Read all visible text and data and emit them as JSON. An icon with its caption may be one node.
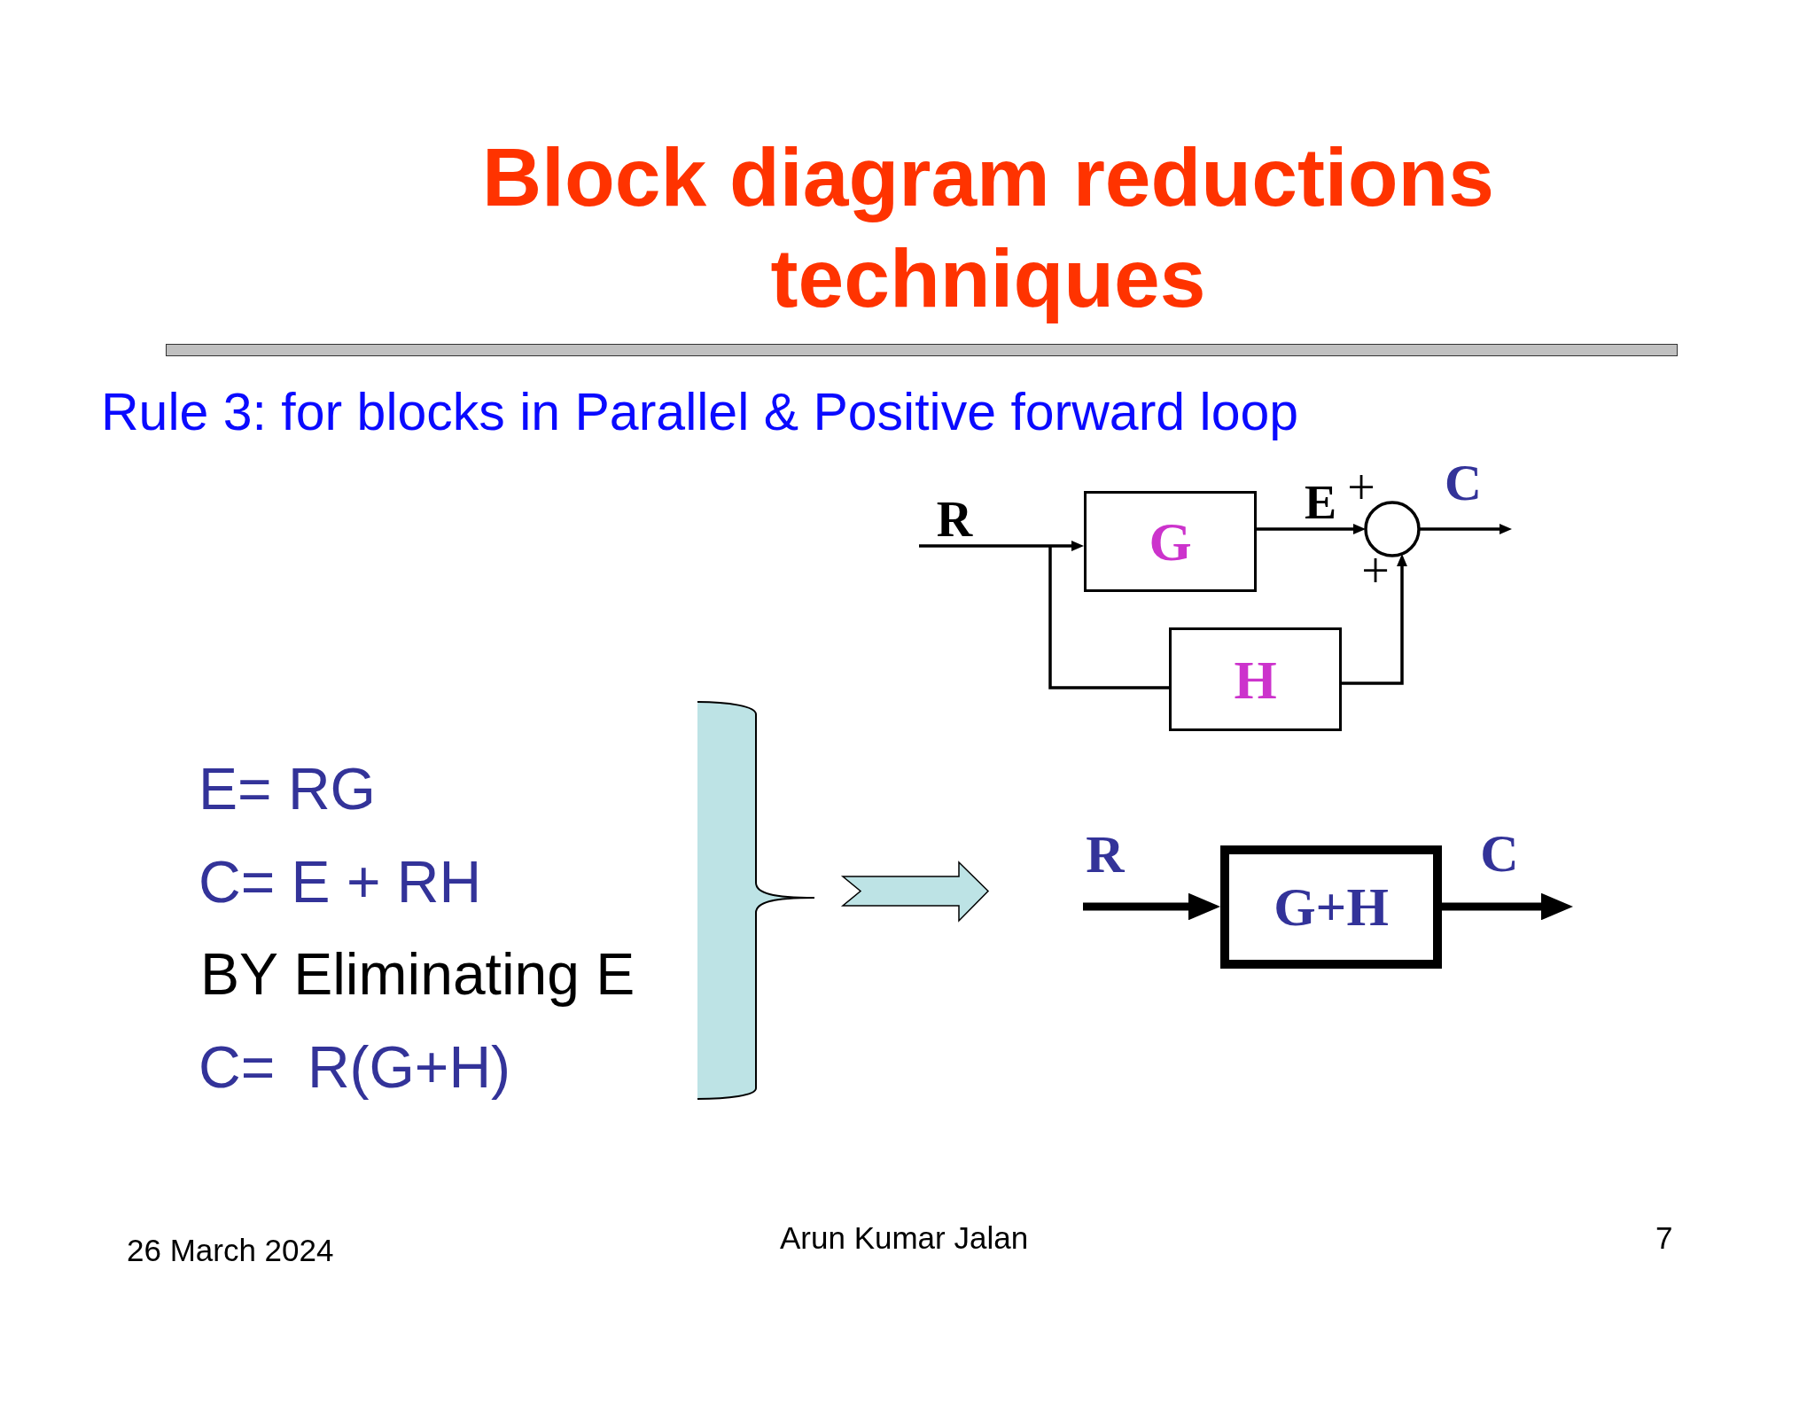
{
  "diagram": {
    "title": "Block diagram reductions techniques",
    "nodes": [
      {
        "text": [],
        "shape": "bar"
      },
      {
        "text": [
          "G"
        ]
      },
      {
        "text": [
          "H"
        ]
      },
      {
        "text": [],
        "shape": "circle",
        "beside": [
          "+",
          "+"
        ]
      },
      {
        "text": [
          "G+H"
        ]
      }
    ],
    "edges": [
      {
        "from": null,
        "to": 1,
        "arrow": "to",
        "label": "R"
      },
      {
        "from": null,
        "to": 2,
        "arrow": "none"
      },
      {
        "from": 1,
        "to": 3,
        "arrow": "to",
        "label": "E"
      },
      {
        "from": 2,
        "to": 3,
        "arrow": "to"
      },
      {
        "from": 3,
        "to": null,
        "arrow": "to",
        "label": "C"
      },
      {
        "from": null,
        "to": 4,
        "arrow": "to",
        "label": "R",
        "style": "thick"
      },
      {
        "from": 4,
        "to": null,
        "arrow": "to",
        "label": "C",
        "style": "thick"
      }
    ],
    "labels": [
      "Rule 3: for blocks in Parallel & Positive forward loop",
      "E= RG",
      "C= E + RH",
      "BY Eliminating E",
      "C=  R(G+H)",
      "26 March 2024",
      "Arun Kumar Jalan",
      "7"
    ]
  }
}
